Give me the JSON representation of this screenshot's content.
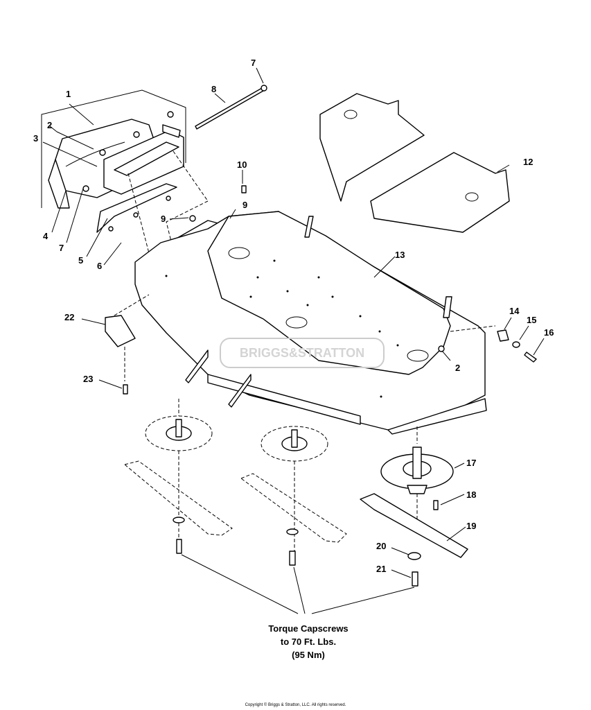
{
  "callouts": [
    {
      "id": "1",
      "label": "1"
    },
    {
      "id": "2a",
      "label": "2"
    },
    {
      "id": "2b",
      "label": "2"
    },
    {
      "id": "3",
      "label": "3"
    },
    {
      "id": "4",
      "label": "4"
    },
    {
      "id": "5",
      "label": "5"
    },
    {
      "id": "6",
      "label": "6"
    },
    {
      "id": "7a",
      "label": "7"
    },
    {
      "id": "7b",
      "label": "7"
    },
    {
      "id": "8",
      "label": "8"
    },
    {
      "id": "9a",
      "label": "9"
    },
    {
      "id": "9b",
      "label": "9"
    },
    {
      "id": "10",
      "label": "10"
    },
    {
      "id": "12",
      "label": "12"
    },
    {
      "id": "13",
      "label": "13"
    },
    {
      "id": "14",
      "label": "14"
    },
    {
      "id": "15",
      "label": "15"
    },
    {
      "id": "16",
      "label": "16"
    },
    {
      "id": "17",
      "label": "17"
    },
    {
      "id": "18",
      "label": "18"
    },
    {
      "id": "19",
      "label": "19"
    },
    {
      "id": "20",
      "label": "20"
    },
    {
      "id": "21",
      "label": "21"
    },
    {
      "id": "22",
      "label": "22"
    },
    {
      "id": "23",
      "label": "23"
    }
  ],
  "torque_note": {
    "line1": "Torque Capscrews",
    "line2": "to 70 Ft. Lbs.",
    "line3": "(95 Nm)"
  },
  "watermark": "BRIGGS&STRATTON",
  "copyright": "Copyright © Briggs & Stratton, LLC. All rights reserved."
}
